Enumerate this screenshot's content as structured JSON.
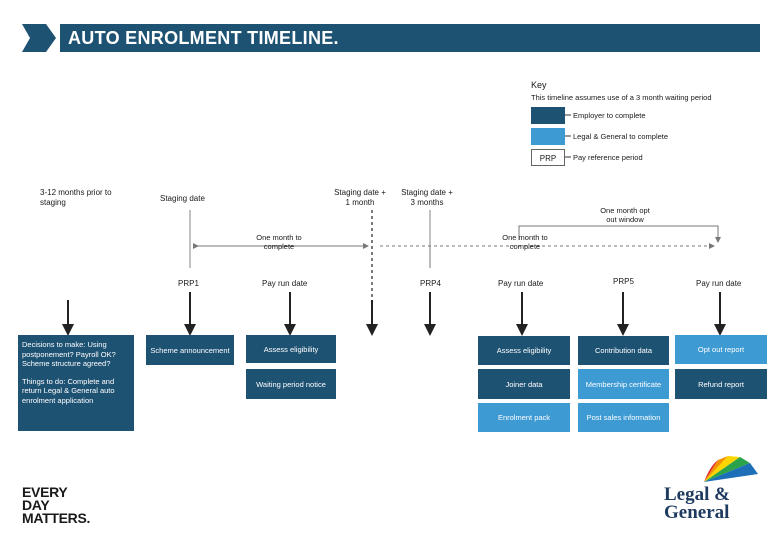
{
  "title": "AUTO ENROLMENT TIMELINE.",
  "key": {
    "heading": "Key",
    "note": "This timeline assumes use of a 3 month waiting period",
    "employer": "Employer to complete",
    "lg": "Legal & General to complete",
    "prp_abbr": "PRP",
    "prp": "Pay reference period"
  },
  "stages": {
    "prior": "3-12 months prior to staging",
    "staging": "Staging date",
    "plus1": "Staging date + 1 month",
    "plus3": "Staging date + 3 months",
    "optout_window": "One month opt out window",
    "one_month_a": "One month to complete",
    "one_month_b": "One month to complete"
  },
  "row_labels": {
    "prp1": "PRP1",
    "payrun1": "Pay run date",
    "prp4": "PRP4",
    "payrun2": "Pay run date",
    "prp5": "PRP5",
    "payrun3": "Pay run date"
  },
  "boxes": {
    "decisions": "Decisions to make: Using postponement? Payroll OK? Scheme structure agreed?",
    "todo": "Things to do: Complete and return Legal & General auto enrolment application",
    "scheme": "Scheme announcement",
    "assess1": "Assess eligibility",
    "waiting": "Waiting period notice",
    "assess2": "Assess eligibility",
    "joiner": "Joiner data",
    "enrolment": "Enrolment pack",
    "contribution": "Contribution data",
    "membership": "Membership certificate",
    "postsales": "Post sales information",
    "optout": "Opt out report",
    "refund": "Refund report"
  },
  "branding": {
    "tagline": [
      "EVERY",
      "DAY",
      "MATTERS."
    ],
    "logo_line1": "Legal &",
    "logo_line2": "General"
  },
  "colors": {
    "employer": "#1e5273",
    "lg": "#3d9ad3"
  }
}
